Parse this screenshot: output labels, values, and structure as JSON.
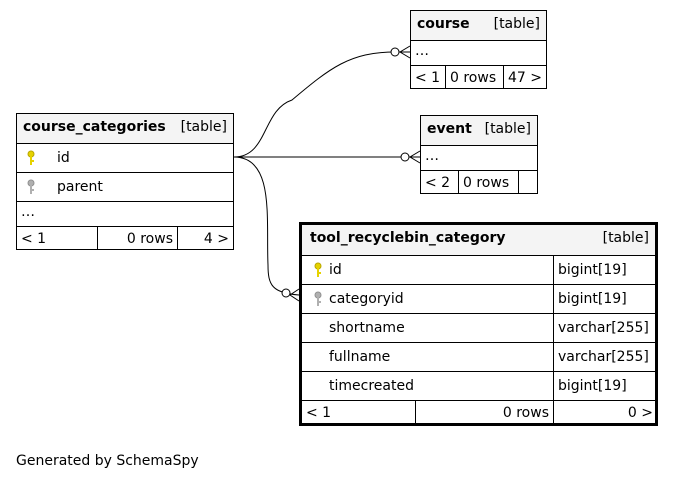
{
  "tables": {
    "course": {
      "name": "course",
      "kind": "[table]",
      "more": "…",
      "footer": [
        "< 1",
        "0 rows",
        "47 >"
      ]
    },
    "event": {
      "name": "event",
      "kind": "[table]",
      "more": "…",
      "footer": [
        "< 2",
        "0 rows",
        ""
      ]
    },
    "course_categories": {
      "name": "course_categories",
      "kind": "[table]",
      "columns": [
        {
          "name": "id",
          "key": "primary"
        },
        {
          "name": "parent",
          "key": "foreign"
        }
      ],
      "more": "…",
      "footer": [
        "< 1",
        "0 rows",
        "4 >"
      ]
    },
    "tool_recyclebin_category": {
      "name": "tool_recyclebin_category",
      "kind": "[table]",
      "columns": [
        {
          "name": "id",
          "type": "bigint[19]",
          "key": "primary"
        },
        {
          "name": "categoryid",
          "type": "bigint[19]",
          "key": "foreign"
        },
        {
          "name": "shortname",
          "type": "varchar[255]",
          "key": ""
        },
        {
          "name": "fullname",
          "type": "varchar[255]",
          "key": ""
        },
        {
          "name": "timecreated",
          "type": "bigint[19]",
          "key": ""
        }
      ],
      "footer": [
        "< 1",
        "0 rows",
        "0 >"
      ]
    }
  },
  "key_colors": {
    "primary": "#e6d200",
    "foreign": "#b0b0b0"
  },
  "relationships": [
    {
      "from": "course_categories.id",
      "to": "course",
      "notation": "zero-or-many"
    },
    {
      "from": "course_categories.id",
      "to": "event",
      "notation": "zero-or-many"
    },
    {
      "from": "course_categories.id",
      "to": "tool_recyclebin_category.categoryid",
      "notation": "zero-or-many"
    }
  ],
  "generated_by": "Generated by SchemaSpy"
}
